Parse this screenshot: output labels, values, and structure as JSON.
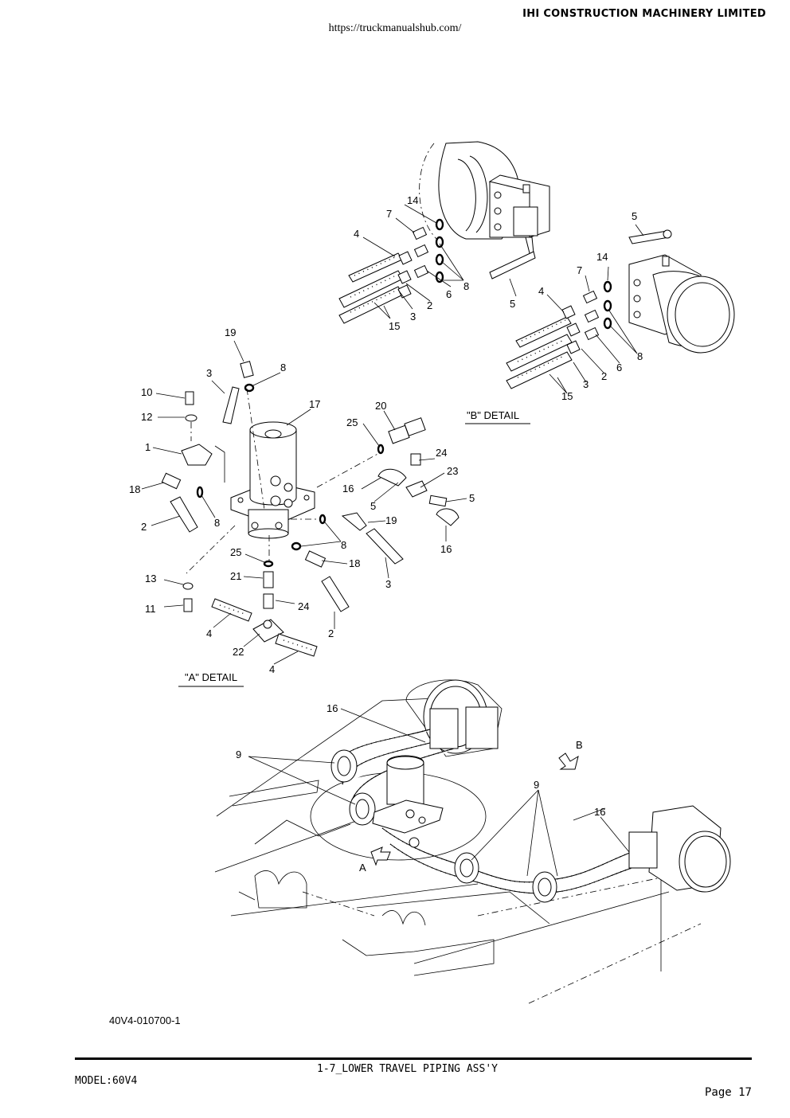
{
  "header": {
    "brand": "IHI CONSTRUCTION MACHINERY LIMITED",
    "url": "https://truckmanualshub.com/"
  },
  "detail_b": {
    "title": "\"B\" DETAIL",
    "upper_callouts": [
      "14",
      "7",
      "4",
      "8",
      "6",
      "2",
      "3",
      "15",
      "5"
    ],
    "lower_callouts": [
      "5",
      "14",
      "7",
      "4",
      "8",
      "6",
      "2",
      "3",
      "15"
    ]
  },
  "detail_a": {
    "title": "\"A\" DETAIL",
    "callouts": [
      "19",
      "8",
      "3",
      "10",
      "12",
      "17",
      "1",
      "18",
      "8",
      "2",
      "25",
      "20",
      "24",
      "23",
      "16",
      "5",
      "5",
      "19",
      "16",
      "8",
      "18",
      "3",
      "25",
      "21",
      "24",
      "13",
      "11",
      "4",
      "22",
      "2",
      "4"
    ]
  },
  "assembly": {
    "callouts": [
      "16",
      "9",
      "9",
      "16"
    ],
    "view_markers": [
      "A",
      "B"
    ]
  },
  "footer": {
    "drawing_number": "40V4-010700-1",
    "model": "MODEL:60V4",
    "title": "1-7_LOWER TRAVEL PIPING ASS'Y",
    "page": "Page 17"
  }
}
